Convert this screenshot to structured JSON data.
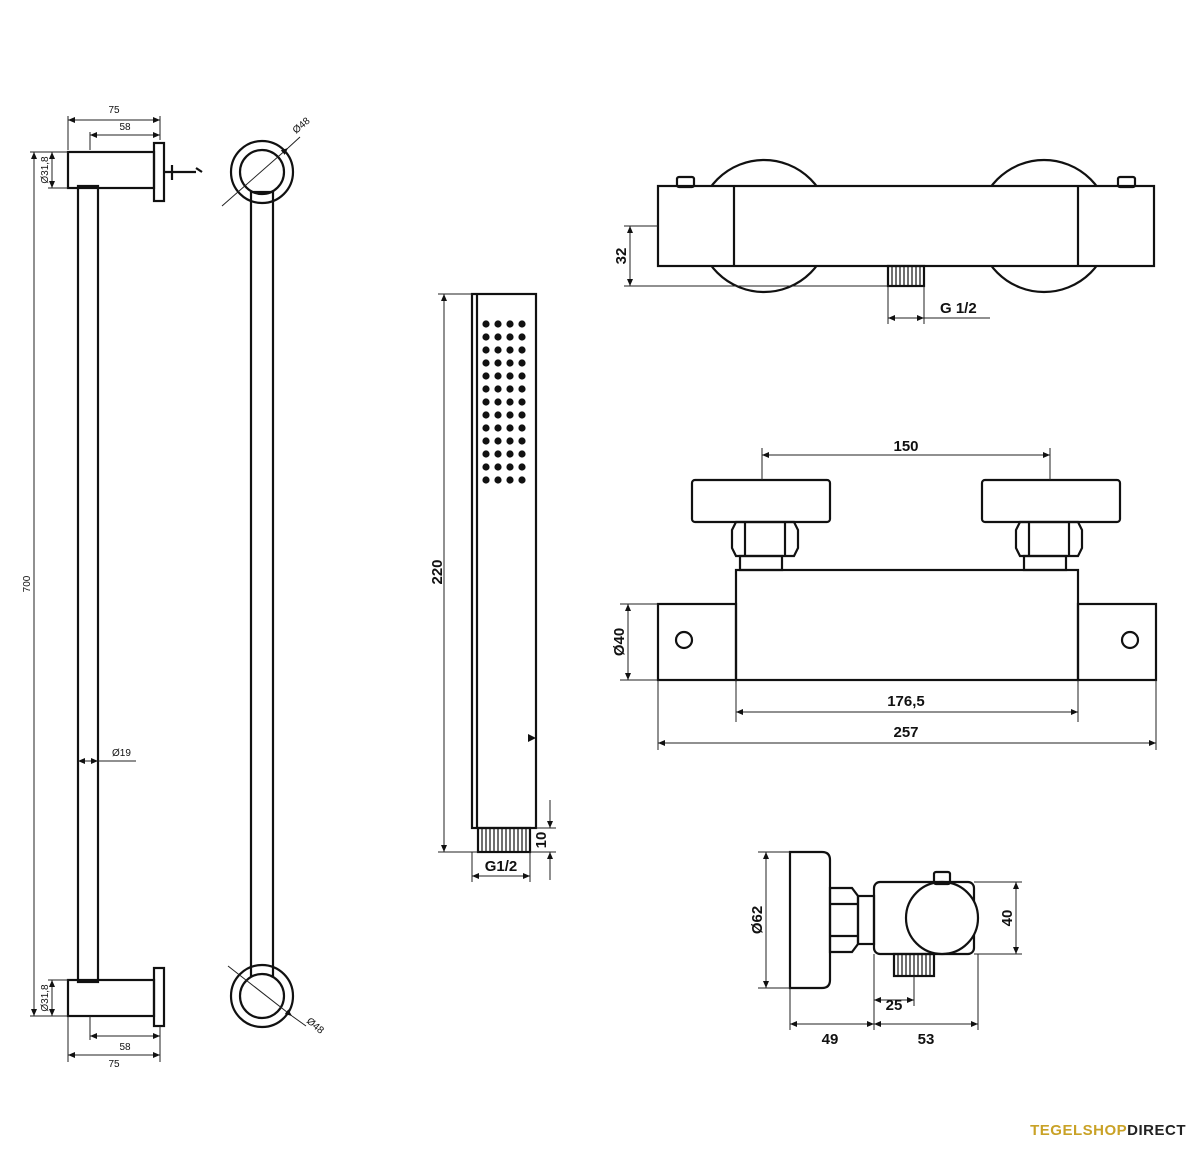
{
  "rail": {
    "width_total": "75",
    "width_inner": "58",
    "bracket_dia_top": "Ø31,8",
    "bracket_dia_bottom": "Ø31,8",
    "length": "700",
    "rod_dia": "Ø19",
    "ring_dia_top": "Ø48",
    "ring_dia_bottom": "Ø48",
    "bottom_inner": "58",
    "bottom_total": "75"
  },
  "handshower": {
    "length": "220",
    "thread_len": "10",
    "thread": "G1/2"
  },
  "mixer_top": {
    "height": "32",
    "outlet": "G 1/2"
  },
  "mixer_front": {
    "centers": "150",
    "diameter": "Ø40",
    "body_len": "176,5",
    "total_len": "257"
  },
  "mixer_side": {
    "eccentric_dia": "Ø62",
    "height": "40",
    "outlet_offset": "25",
    "depth_a": "49",
    "depth_b": "53"
  },
  "brand": {
    "part1": "TEGELSHOP",
    "part2": "DIRECT",
    "accent": "#c9a227"
  }
}
